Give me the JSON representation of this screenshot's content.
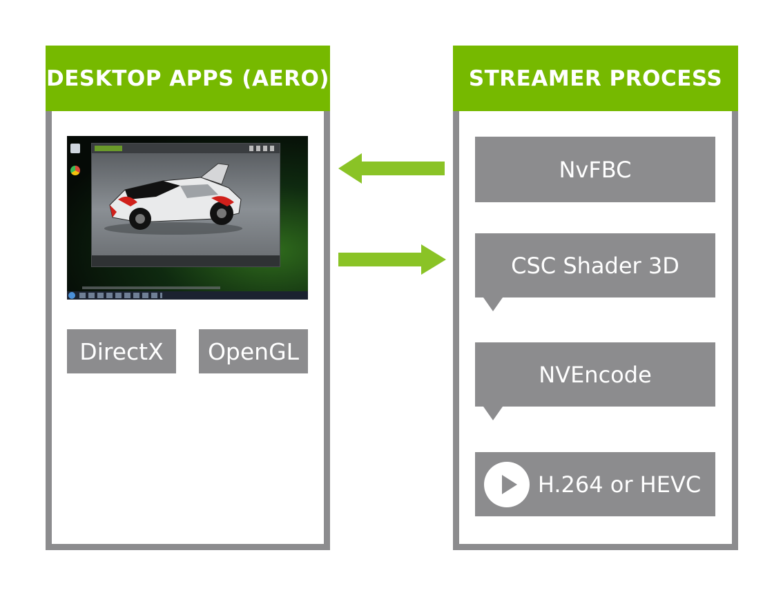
{
  "left_panel": {
    "title": "DESKTOP APPS (AERO)",
    "apis": [
      "DirectX",
      "OpenGL"
    ]
  },
  "right_panel": {
    "title": "STREAMER PROCESS",
    "stages": [
      "NvFBC",
      "CSC Shader 3D",
      "NVEncode",
      "H.264 or HEVC"
    ]
  },
  "colors": {
    "accent_green": "#76b900",
    "box_gray": "#8c8c8e",
    "arrow_green": "#76b900"
  },
  "icons": [
    "play-icon",
    "arrow-left-icon",
    "arrow-right-icon"
  ]
}
